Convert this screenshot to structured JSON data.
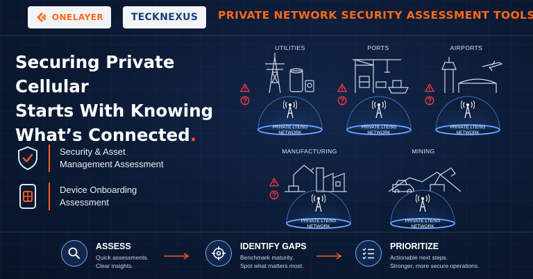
{
  "header": {
    "brand_left": "ONELAYER",
    "brand_right": "TECKNEXUS",
    "title": "PRIVATE NETWORK SECURITY ASSESSMENT TOOLS"
  },
  "headline": {
    "line1": "Securing Private Cellular",
    "line2": "Starts With Knowing",
    "line3": "What’s Connected",
    "accent_dot": "."
  },
  "assessments": [
    {
      "label_line1": "Security & Asset",
      "label_line2": "Management Assessment"
    },
    {
      "label_line1": "Device Onboarding",
      "label_line2": "Assessment"
    }
  ],
  "industries": {
    "utilities": "UTILITIES",
    "ports": "PORTS",
    "airports": "AIRPORTS",
    "manufacturing": "MANUFACTURING",
    "mining": "MINING"
  },
  "network_label": {
    "line1": "PRIVATE LTE/5G",
    "line2": "NETWORK"
  },
  "steps": [
    {
      "title": "ASSESS",
      "desc1": "Quick assessments.",
      "desc2": "Clear insights.",
      "icon": "magnifier-icon"
    },
    {
      "title": "IDENTIFY GAPS",
      "desc1": "Benchmark maturity.",
      "desc2": "Spot what matters most.",
      "icon": "target-icon"
    },
    {
      "title": "PRIORITIZE",
      "desc1": "Actionable next steps.",
      "desc2": "Stronger, more secure operations.",
      "icon": "checklist-icon"
    }
  ],
  "colors": {
    "accent_orange": "#ff6a1a",
    "warning_red": "#ff3b3b",
    "glow_blue": "#3f8cff",
    "background": "#0b1a33"
  }
}
